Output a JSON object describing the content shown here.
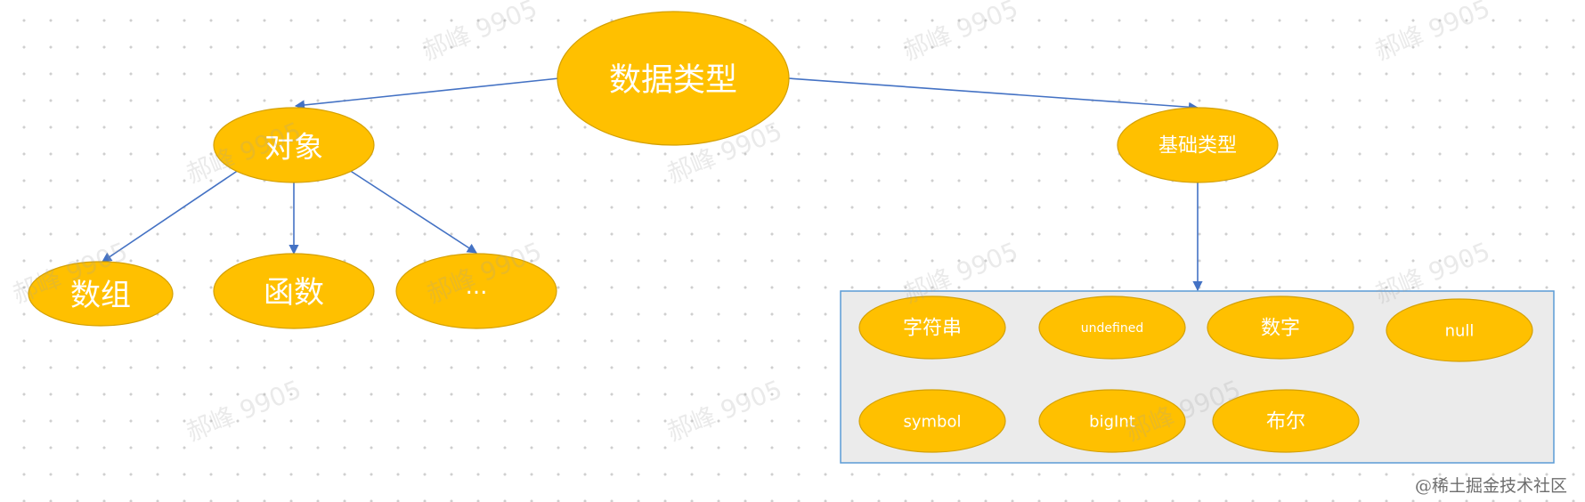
{
  "root": {
    "label": "数据类型"
  },
  "object": {
    "label": "对象"
  },
  "basic": {
    "label": "基础类型"
  },
  "object_children": [
    {
      "label": "数组"
    },
    {
      "label": "函数"
    },
    {
      "label": "..."
    }
  ],
  "basic_children": [
    {
      "label": "字符串"
    },
    {
      "label": "undefined"
    },
    {
      "label": "数字"
    },
    {
      "label": "null"
    },
    {
      "label": "symbol"
    },
    {
      "label": "bigInt"
    },
    {
      "label": "布尔"
    }
  ],
  "watermark": "郝峰 9905",
  "footer": "@稀土掘金技术社区",
  "colors": {
    "node_fill": "#FFC000",
    "edge": "#4472C4",
    "group_border": "#5B9BD5",
    "group_fill": "#EBEBEB"
  }
}
